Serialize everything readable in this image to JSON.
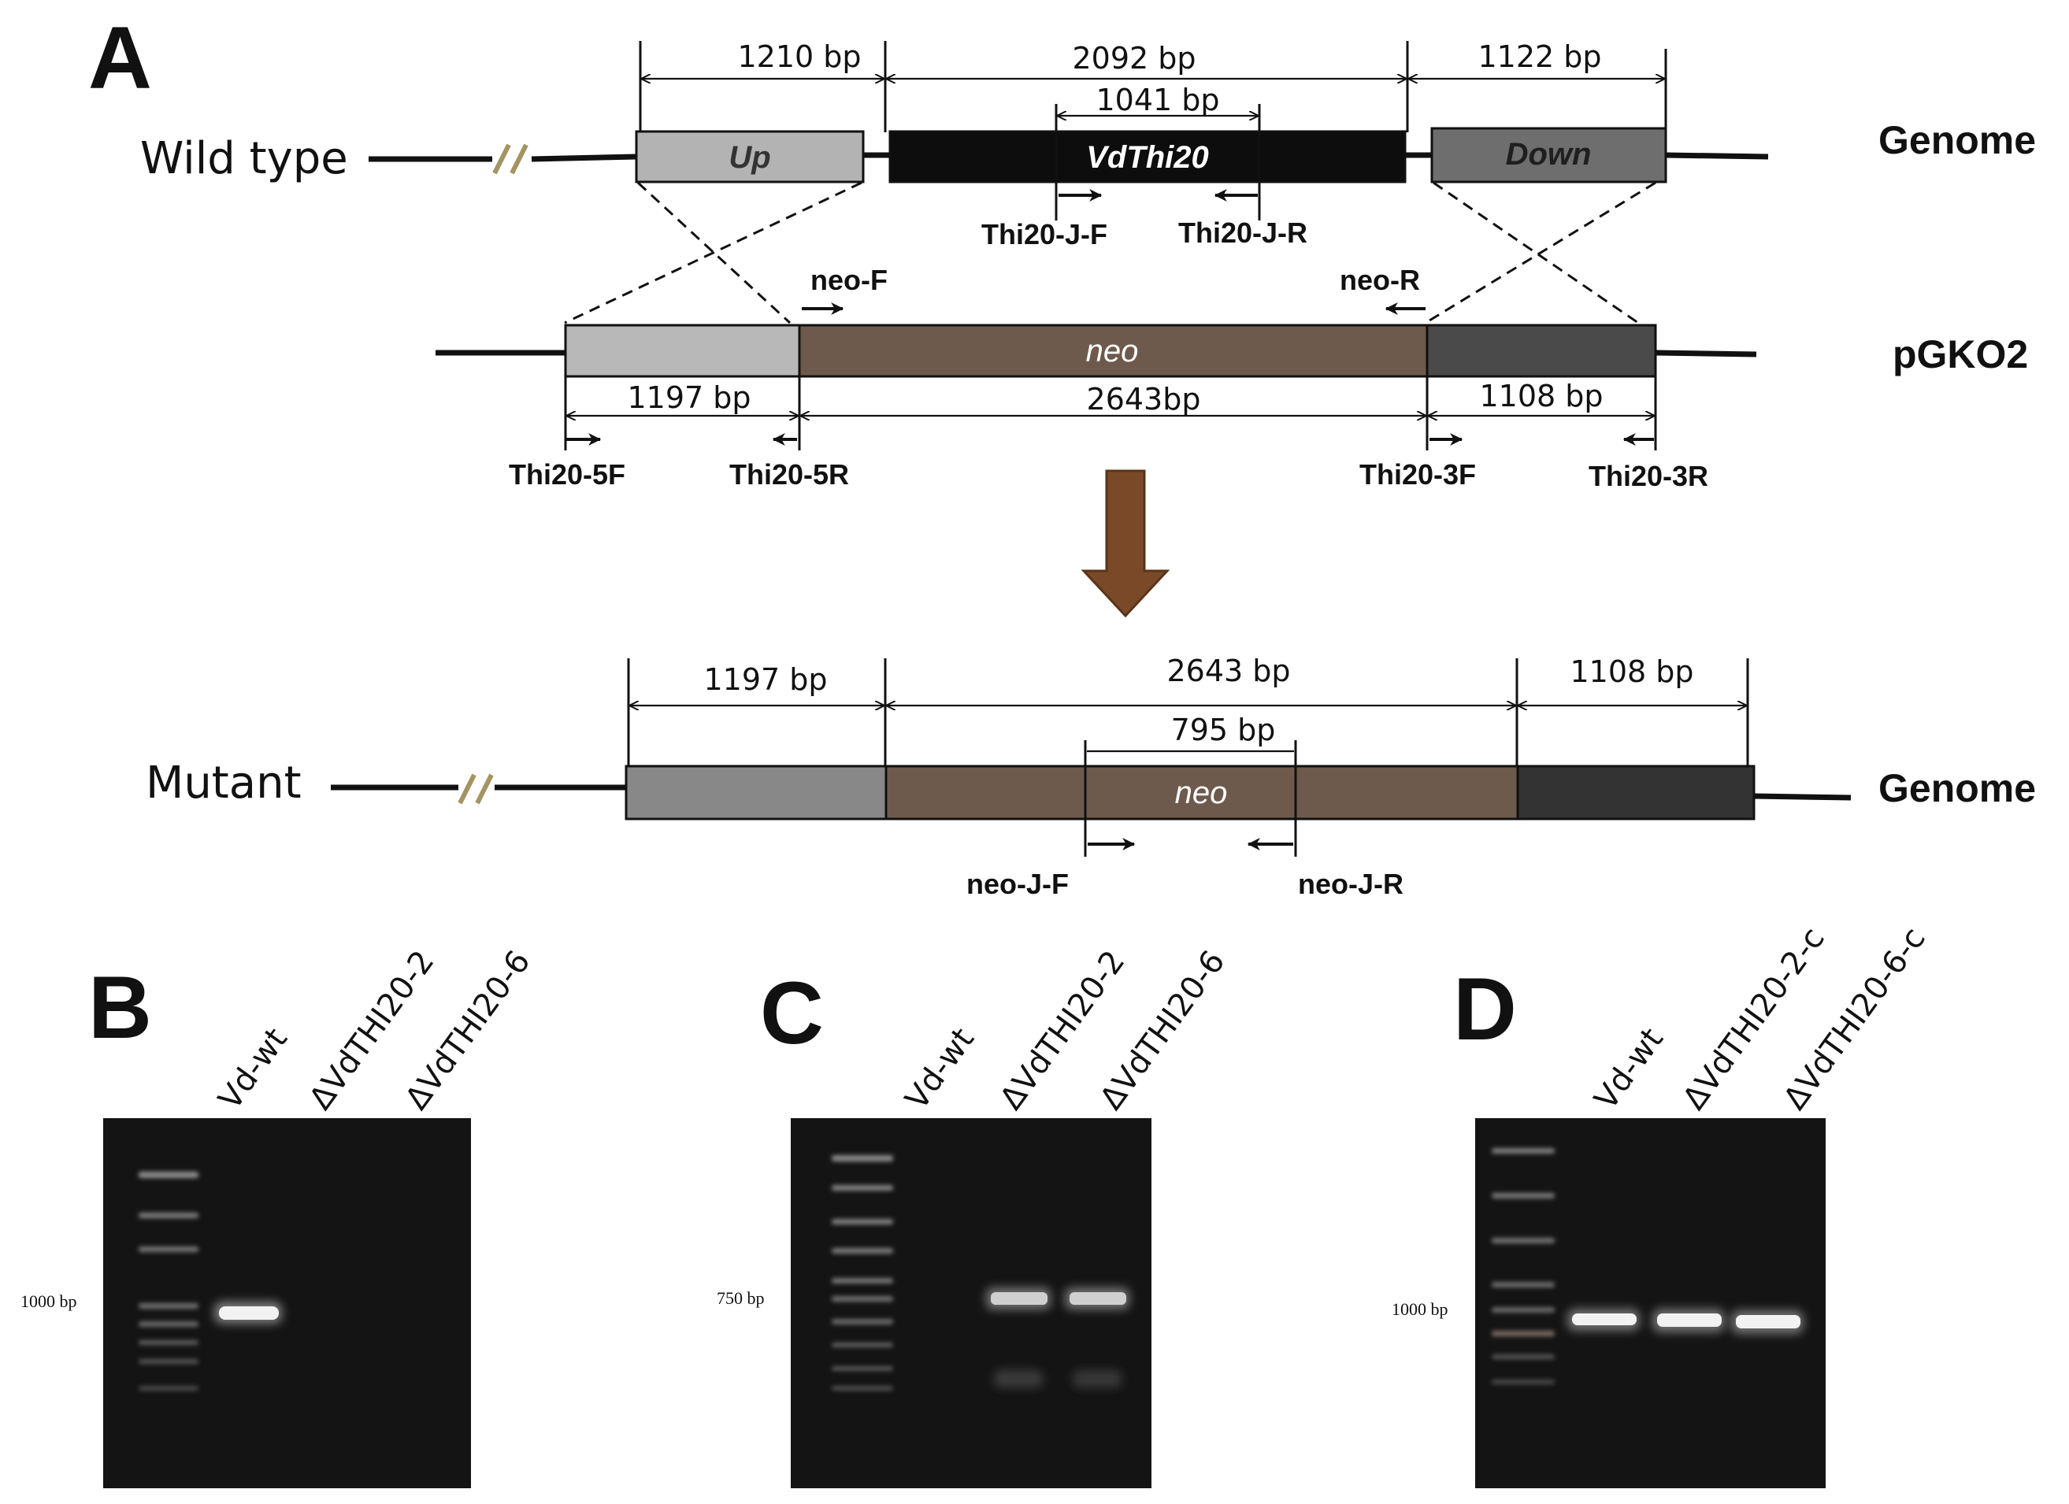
{
  "colors": {
    "up_box": "#b3b3b3",
    "vdthi20_box": "#0d0d0d",
    "down_box": "#6e6e6e",
    "neo_box": "#6d5a4c",
    "left_arm_pgko2": "#b8b8b8",
    "right_arm_pgko2": "#4a4a4a",
    "left_arm_mutant": "#888888",
    "right_arm_mutant": "#333333",
    "big_arrow": "#7a4a28",
    "break_mark": "#a39462",
    "gel_background": "#141414",
    "gel_band": "#f2f2f2"
  },
  "panel_a": {
    "letter": "A",
    "wild_type": {
      "label": "Wild type",
      "side_label": "Genome",
      "up_label": "Up",
      "gene_label": "VdThi20",
      "down_label": "Down",
      "span_up": "1210 bp",
      "span_gene": "2092 bp",
      "span_down": "1122 bp",
      "span_inner": "1041 bp",
      "primer_f": "Thi20-J-F",
      "primer_r": "Thi20-J-R"
    },
    "pgko2": {
      "side_label": "pGKO2",
      "neo_label": "neo",
      "primer_neo_f": "neo-F",
      "primer_neo_r": "neo-R",
      "span_left": "1197 bp",
      "span_neo": "2643bp",
      "span_right": "1108 bp",
      "primer_5f": "Thi20-5F",
      "primer_5r": "Thi20-5R",
      "primer_3f": "Thi20-3F",
      "primer_3r": "Thi20-3R"
    },
    "mutant": {
      "label": "Mutant",
      "side_label": "Genome",
      "neo_label": "neo",
      "span_left": "1197 bp",
      "span_neo": "2643 bp",
      "span_right": "1108 bp",
      "span_inner": "795 bp",
      "primer_f": "neo-J-F",
      "primer_r": "neo-J-R"
    }
  },
  "panel_b": {
    "letter": "B",
    "lanes": [
      "Vd-wt",
      "ΔVdTHI20-2",
      "ΔVdTHI20-6"
    ],
    "marker_label": "1000 bp"
  },
  "panel_c": {
    "letter": "C",
    "lanes": [
      "Vd-wt",
      "ΔVdTHI20-2",
      "ΔVdTHI20-6"
    ],
    "marker_label": "750 bp"
  },
  "panel_d": {
    "letter": "D",
    "lanes": [
      "Vd-wt",
      "ΔVdTHI20-2-c",
      "ΔVdTHI20-6-c"
    ],
    "marker_label": "1000 bp"
  }
}
